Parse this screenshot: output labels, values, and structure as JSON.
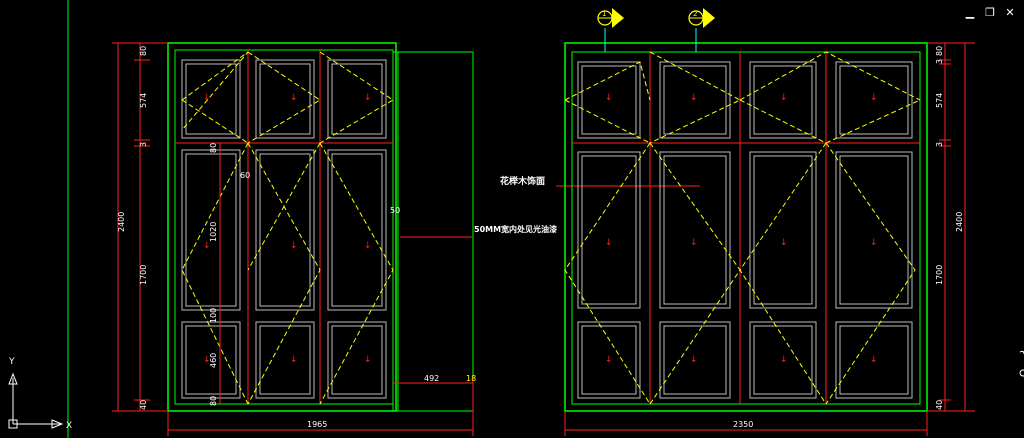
{
  "window": {
    "minimize_glyph": "▁",
    "restore_glyph": "❐",
    "close_glyph": "✕"
  },
  "ucs": {
    "y_label": "Y",
    "x_label": "X"
  },
  "colors": {
    "background": "#000000",
    "frame_green": "#00ff00",
    "dim_red": "#ff2020",
    "hatch_yellow": "#ffff00",
    "panel_gray": "#bdbdbd"
  },
  "left_elevation": {
    "total_width": "1965",
    "overall_height": "2400",
    "height_parts": [
      "80",
      "574",
      "3",
      "1700",
      "40"
    ],
    "inner_dims": {
      "d80_top": "80",
      "d60": "60",
      "d1020": "1020",
      "d100": "100",
      "d460": "460",
      "d80_bottom": "80"
    },
    "side_dims": {
      "d50": "50",
      "d492": "492",
      "d18": "18"
    }
  },
  "right_elevation": {
    "total_width": "2350",
    "overall_height": "2400",
    "height_parts": [
      "80",
      "3",
      "574",
      "3",
      "1700",
      "40"
    ],
    "markers": [
      "1",
      "2"
    ]
  },
  "annotations": {
    "wood_finish": "花榉木饰面",
    "groove_note": "50MM宽内处见光油漆"
  }
}
